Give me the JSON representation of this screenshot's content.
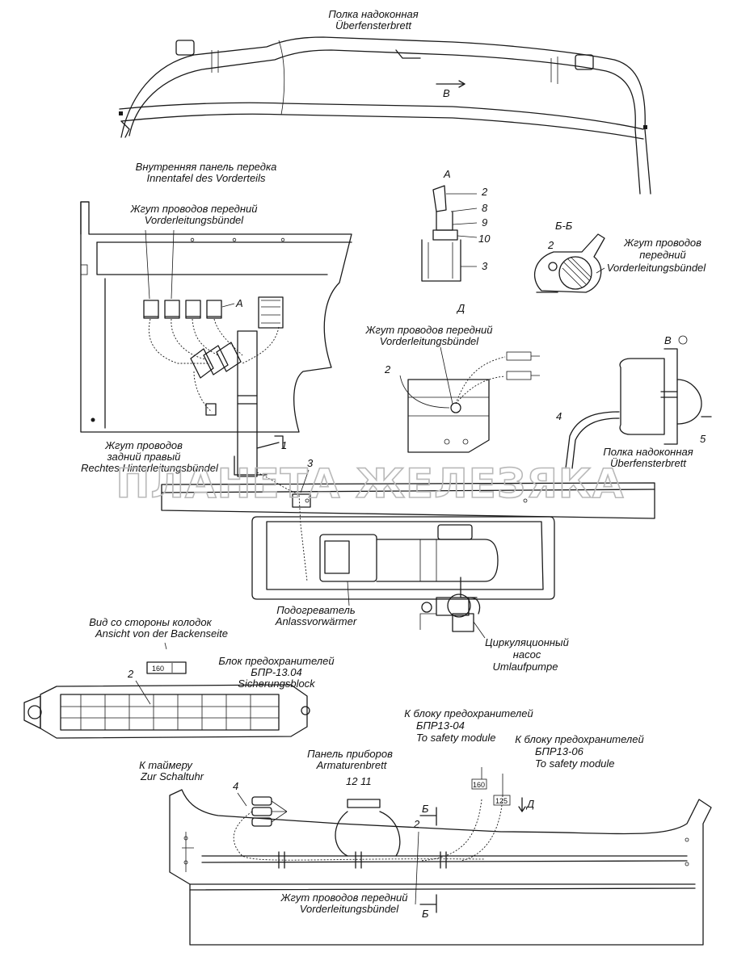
{
  "labels": {
    "shelf_top_ru": "Полка надоконная",
    "shelf_top_de": "Überfensterbrett",
    "view_b_top": "В",
    "inner_panel_ru": "Внутренняя панель передка",
    "inner_panel_de": "Innentafel des Vorderteils",
    "harness_front_ru": "Жгут проводов передний",
    "harness_front_de": "Vorderleitungsbündel",
    "callout_a": "А",
    "view_a": "А",
    "view_a_nums": [
      "2",
      "8",
      "9",
      "10",
      "3"
    ],
    "section_bb": "Б-Б",
    "bb_num": "2",
    "bb_harness_ru1": "Жгут проводов",
    "bb_harness_ru2": "передний",
    "bb_harness_de": "Vorderleitungsbündel",
    "view_d": "Д",
    "d_harness_ru": "Жгут проводов передний",
    "d_harness_de": "Vorderleitungsbündel",
    "d_num": "2",
    "view_v": "В",
    "v_num4": "4",
    "v_num5": "5",
    "v_shelf_ru": "Полка надоконная",
    "v_shelf_de": "Überfensterbrett",
    "rear_ru1": "Жгут проводов",
    "rear_ru2": "задний правый",
    "rear_de": "Rechtes Hinterleitungsbündel",
    "num_1": "1",
    "num_3": "3",
    "heater_ru": "Подогреватель",
    "heater_de": "Anlassvorwärmer",
    "pump_ru1": "Циркуляционный",
    "pump_ru2": "насос",
    "pump_de": "Umlaufpumpe",
    "pads_ru": "Вид со стороны колодок",
    "pads_de": "Ansicht von der Backenseite",
    "fuse_ru": "Блок предохранителей",
    "fuse_model": "БПР-13.04",
    "fuse_de": "Sicherungsblock",
    "fuse_num": "2",
    "fuse_tag": "160",
    "k1_ru": "К блоку предохранителей",
    "k1_model": "БПР13-04",
    "k1_en": "To safety module",
    "k2_ru": "К блоку предохранителей",
    "k2_model": "БПР13-06",
    "k2_en": "To safety module",
    "panel_ru": "Панель приборов",
    "panel_de": "Armaturenbrett",
    "panel_nums": "12 11",
    "timer_ru": "К таймеру",
    "timer_de": "Zur Schaltuhr",
    "bottom_num4": "4",
    "bottom_num2": "2",
    "bottom_b1": "Б",
    "bottom_b2": "Б",
    "bottom_d": "Д",
    "bottom_harness_ru": "Жгут проводов передний",
    "bottom_harness_de": "Vorderleitungsbündel",
    "tag_160": "160",
    "tag_125": "125"
  },
  "watermark": "ПЛАНЕТА ЖЕЛЕЗЯКА"
}
